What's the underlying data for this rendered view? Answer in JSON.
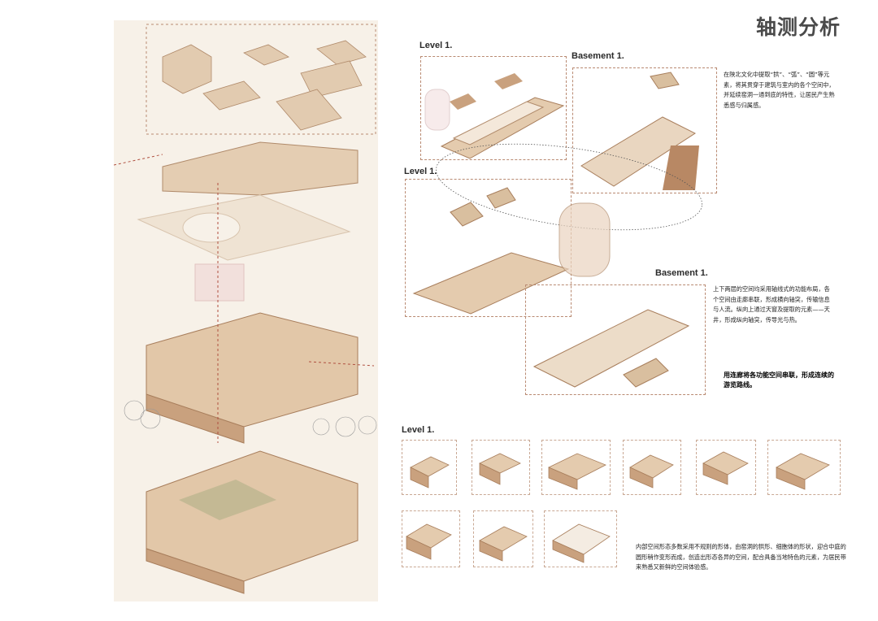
{
  "title": "轴测分析",
  "labels": {
    "level1_top": "Level 1.",
    "basement1_top": "Basement 1.",
    "level1_mid": "Level 1.",
    "basement1_mid": "Basement 1.",
    "level1_bottom": "Level 1."
  },
  "notes": {
    "elements": "在陕北文化中提取“拱”、“弧”、“圆”等元素，将其贯穿于建筑与室内的各个空间中，并延续窑洞一通到底的特性，让居民产生熟悉感与归属感。",
    "axis_layout": "上下两层的空间均采用轴线式的功能布局，各个空间由走廊串联，形成横向轴突，传输信息与人流。纵向上通过天窗及提取的元素——天井，形成纵向轴突，传导光与热。",
    "corridor": "用连廊将各功能空间串联，形成连续的游览路线。",
    "interior": "内部空间形态多数采用不规则的形体，由窑洞的拱形、细胞体的形状，迎合中庭的圆形稍作变形而成，创造出形态各异的空间，配合具备当地特色的元素，为居民带来熟悉又新鲜的空间体验感。"
  },
  "colors": {
    "panel": "#f7f1e8",
    "wall": "#d9bf9f",
    "shade": "#b98c6c",
    "dash": "#b98a72"
  }
}
